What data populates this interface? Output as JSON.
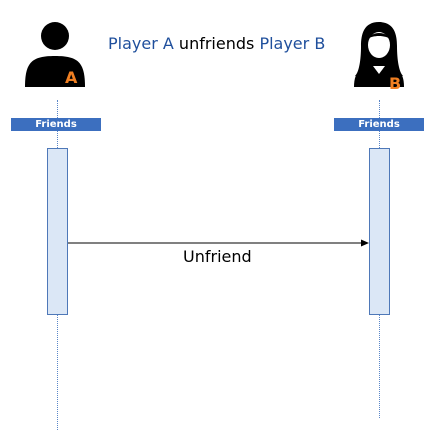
{
  "title": {
    "player_a": "Player A",
    "action": "unfriends",
    "player_b": "Player B"
  },
  "participants": [
    {
      "letter": "A",
      "icon": "male-user-icon",
      "state_label": "Friends"
    },
    {
      "letter": "B",
      "icon": "female-user-icon",
      "state_label": "Friends"
    }
  ],
  "message": {
    "label": "Unfriend"
  },
  "colors": {
    "accent_blue": "#3c6fbf",
    "player_name_blue": "#1f4f9c",
    "badge_orange": "#f07f22",
    "activation_fill": "#dbe7f6"
  }
}
